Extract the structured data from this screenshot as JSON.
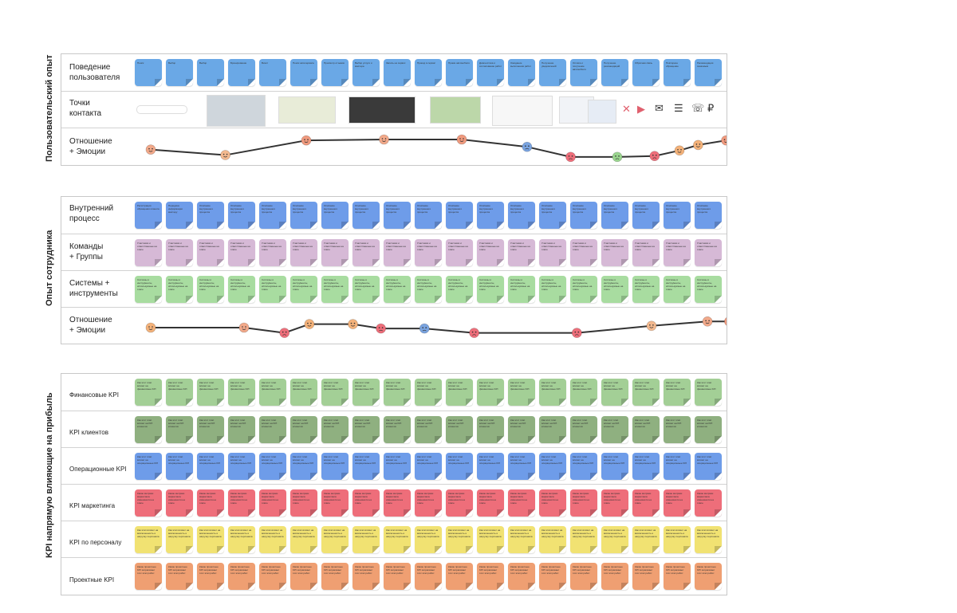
{
  "sections": {
    "user": "Пользовательский опыт",
    "employee": "Опыт сотрудника",
    "kpi": "KPI напрямую влияющие на прибыль"
  },
  "rows": {
    "behavior": "Поведение\nпользователя",
    "touchpoints": "Точки\nконтакта",
    "user_emotions": "Отношение\n+ Эмоции",
    "internal": "Внутренний\nпроцесс",
    "teams": "Команды\n+ Группы",
    "systems": "Системы +\nинструменты",
    "employee_emotions": "Отношение\n+ Эмоции",
    "kpi_finance": "Финансовые KPI",
    "kpi_clients": "KPI клиентов",
    "kpi_ops": "Операционные KPI",
    "kpi_marketing": "KPI маркетинга",
    "kpi_staff": "KPI по персоналу",
    "kpi_project": "Проектные KPI"
  },
  "behavior_notes": [
    "Поиск",
    "Выбор",
    "Выбор",
    "Бронирование",
    "Визит",
    "Поиск автосервиса",
    "Просмотр отзывов",
    "Выбор услуги и мастера",
    "Запись на сервис",
    "Приезд в сервис",
    "Прием автомобиля",
    "Диагностика и согласование работ",
    "Ожидание выполнения работ",
    "Получение уведомлений",
    "Оплата и получение автомобиля",
    "Получение рекомендаций",
    "Обратная связь",
    "Повторное обращение",
    "Рекомендация знакомым"
  ],
  "internal_notes": [
    "Регистрация обращения клиента",
    "Передача информации мастеру",
    "Описание внутреннего процесса",
    "Описание внутреннего процесса",
    "Описание внутреннего процесса",
    "Описание внутреннего процесса",
    "Описание внутреннего процесса",
    "Описание внутреннего процесса",
    "Описание внутреннего процесса",
    "Описание внутреннего процесса",
    "Описание внутреннего процесса",
    "Описание внутреннего процесса",
    "Описание внутреннего процесса",
    "Описание внутреннего процесса",
    "Описание внутреннего процесса",
    "Описание внутреннего процесса",
    "Описание внутреннего процесса",
    "Описание внутреннего процесса",
    "Описание внутреннего процесса"
  ],
  "team_note": "Участники и ответственные на этапе",
  "system_note": "Системы и инструменты, используемые на этапе",
  "kpi_notes": {
    "finance": "Как этот этап влияет на финансовые KPI",
    "clients": "Как этот этап влияет на KPI клиентов",
    "ops": "Как этот этап влияет на операционные KPI",
    "marketing": "Какие метрики маркетинга изменяются на этапе",
    "staff": "Как этап влияет на вовлеченность и нагрузку персонала",
    "project": "Какие проектные KPI затрагивает этот этап работ"
  },
  "colors": {
    "blue": "#6aa8e6",
    "blue2": "#6e9ce9",
    "purple": "#d6b9d6",
    "green": "#a8dca0",
    "lightgreen": "#a3cf96",
    "darkgreen": "#8fb080",
    "red": "#ee6e7a",
    "yellow": "#f1e272",
    "orange": "#ef9f72",
    "line": "#333333"
  },
  "touchpoint_icons": [
    "logo-icon",
    "video-icon",
    "mail-icon",
    "list-icon",
    "phone-icon",
    "ruble-icon"
  ],
  "user_emotion_points": [
    {
      "stage": 1,
      "level": 0.45,
      "mood": "content"
    },
    {
      "stage": 3.4,
      "level": 0.15,
      "mood": "neutral"
    },
    {
      "stage": 6,
      "level": 0.95,
      "mood": "happy"
    },
    {
      "stage": 8.5,
      "level": 1.0,
      "mood": "content"
    },
    {
      "stage": 11,
      "level": 1.0,
      "mood": "happy"
    },
    {
      "stage": 13.1,
      "level": 0.6,
      "mood": "anxious"
    },
    {
      "stage": 14.5,
      "level": 0.05,
      "mood": "angry"
    },
    {
      "stage": 16,
      "level": 0.05,
      "mood": "sick"
    },
    {
      "stage": 17.2,
      "level": 0.1,
      "mood": "angry"
    },
    {
      "stage": 18,
      "level": 0.4,
      "mood": "smile"
    },
    {
      "stage": 18.6,
      "level": 0.7,
      "mood": "smile"
    },
    {
      "stage": 19.5,
      "level": 0.95,
      "mood": "happy"
    }
  ],
  "employee_emotion_points": [
    {
      "stage": 1,
      "level": 0.5,
      "mood": "smile"
    },
    {
      "stage": 4,
      "level": 0.5,
      "mood": "content"
    },
    {
      "stage": 5.3,
      "level": 0.2,
      "mood": "angry"
    },
    {
      "stage": 6.1,
      "level": 0.7,
      "mood": "smile"
    },
    {
      "stage": 7.5,
      "level": 0.7,
      "mood": "smile"
    },
    {
      "stage": 8.4,
      "level": 0.45,
      "mood": "angry"
    },
    {
      "stage": 9.8,
      "level": 0.45,
      "mood": "anxious"
    },
    {
      "stage": 11.4,
      "level": 0.2,
      "mood": "angry"
    },
    {
      "stage": 14.7,
      "level": 0.2,
      "mood": "angry"
    },
    {
      "stage": 17.1,
      "level": 0.6,
      "mood": "neutral"
    },
    {
      "stage": 18.9,
      "level": 0.85,
      "mood": "content"
    },
    {
      "stage": 19.6,
      "level": 0.85,
      "mood": "happy"
    }
  ]
}
